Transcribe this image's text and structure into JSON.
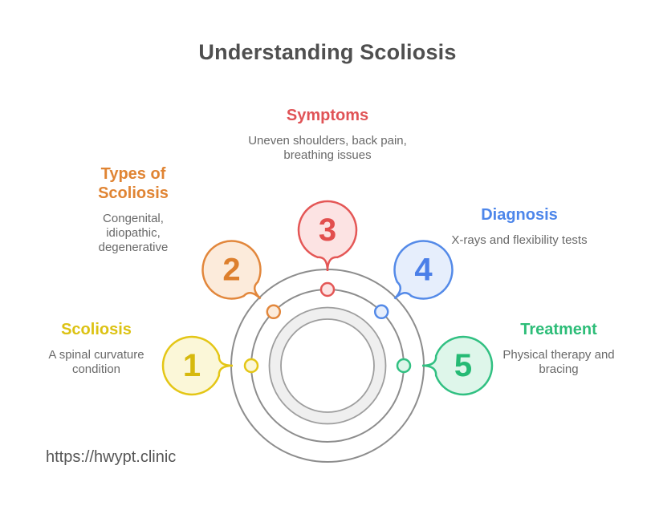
{
  "page": {
    "title": "Understanding Scoliosis",
    "url": "https://hwypt.clinic"
  },
  "colors": {
    "title_text": "#4f4f4f",
    "body_text": "#696969",
    "url_text": "#565656",
    "circle_stroke": "#8d8d8d",
    "ring_fill": "#efefef",
    "ring_stroke": "#9e9e9e",
    "background": "#ffffff"
  },
  "steps": [
    {
      "number": "1",
      "label": "Scoliosis",
      "description": "A spinal curvature condition",
      "heading_color": "#dcc213",
      "stroke": "#e4c616",
      "fill": "#fbf7d8",
      "number_color": "#d6b90d"
    },
    {
      "number": "2",
      "label": "Types of Scoliosis",
      "description": "Congenital, idiopathic, degenerative",
      "heading_color": "#e08433",
      "stroke": "#e2873c",
      "fill": "#fcebdb",
      "number_color": "#dd7f2d"
    },
    {
      "number": "3",
      "label": "Symptoms",
      "description": "Uneven shoulders, back pain, breathing issues",
      "heading_color": "#e05356",
      "stroke": "#e45756",
      "fill": "#fce3e3",
      "number_color": "#e24f4e"
    },
    {
      "number": "4",
      "label": "Diagnosis",
      "description": "X-rays and flexibility tests",
      "heading_color": "#4d86ea",
      "stroke": "#548ae8",
      "fill": "#e6eefc",
      "number_color": "#4b7fe8"
    },
    {
      "number": "5",
      "label": "Treatment",
      "description": "Physical therapy and bracing",
      "heading_color": "#2dbd78",
      "stroke": "#31c082",
      "fill": "#def6ea",
      "number_color": "#25ba74"
    }
  ]
}
